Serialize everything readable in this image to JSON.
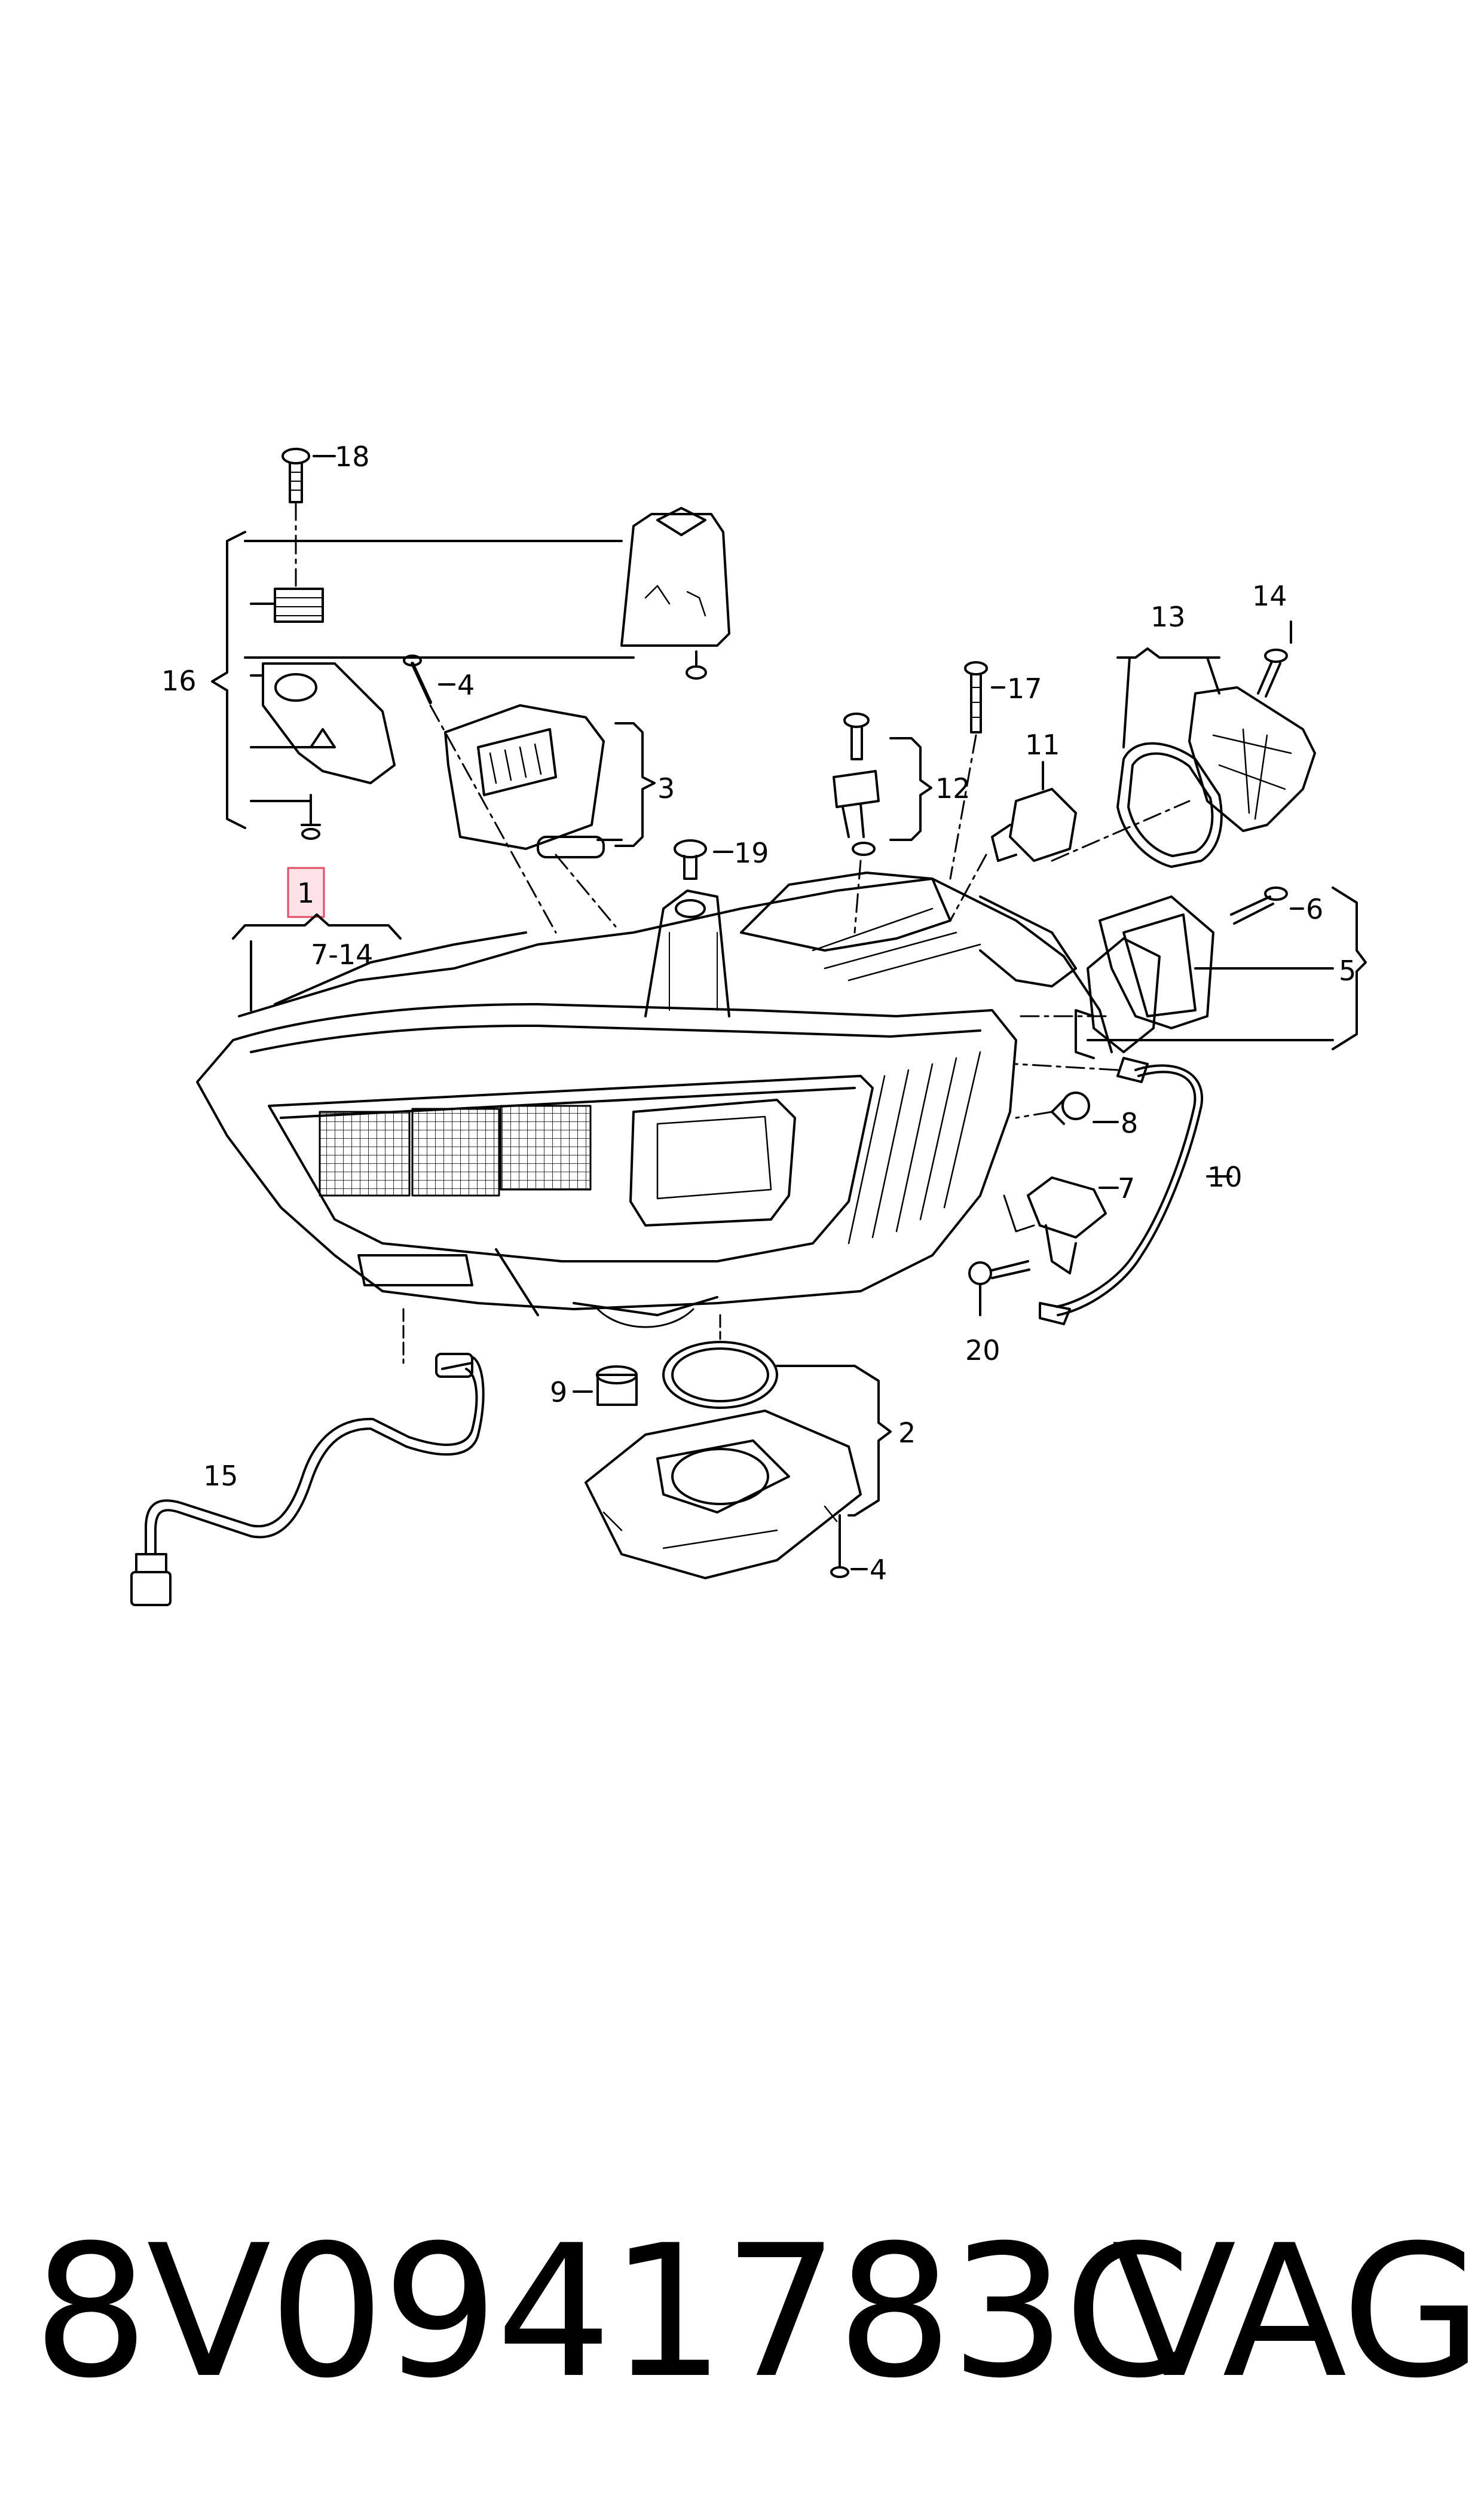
{
  "callouts": {
    "c1": "1",
    "c1_range": "7-14",
    "c2": "2",
    "c3": "3",
    "c4a": "4",
    "c4b": "4",
    "c5": "5",
    "c6": "6",
    "c7": "7",
    "c8": "8",
    "c9": "9",
    "c10": "10",
    "c11": "11",
    "c12": "12",
    "c13": "13",
    "c14": "14",
    "c15": "15",
    "c16": "16",
    "c17": "17",
    "c18": "18",
    "c19": "19",
    "c20": "20"
  },
  "footer": {
    "part_number": "8V0941783C",
    "brand": "VAG"
  },
  "colors": {
    "line": "#000000",
    "highlight_fill": "#fbe3e6",
    "highlight_stroke": "#e24b63"
  }
}
